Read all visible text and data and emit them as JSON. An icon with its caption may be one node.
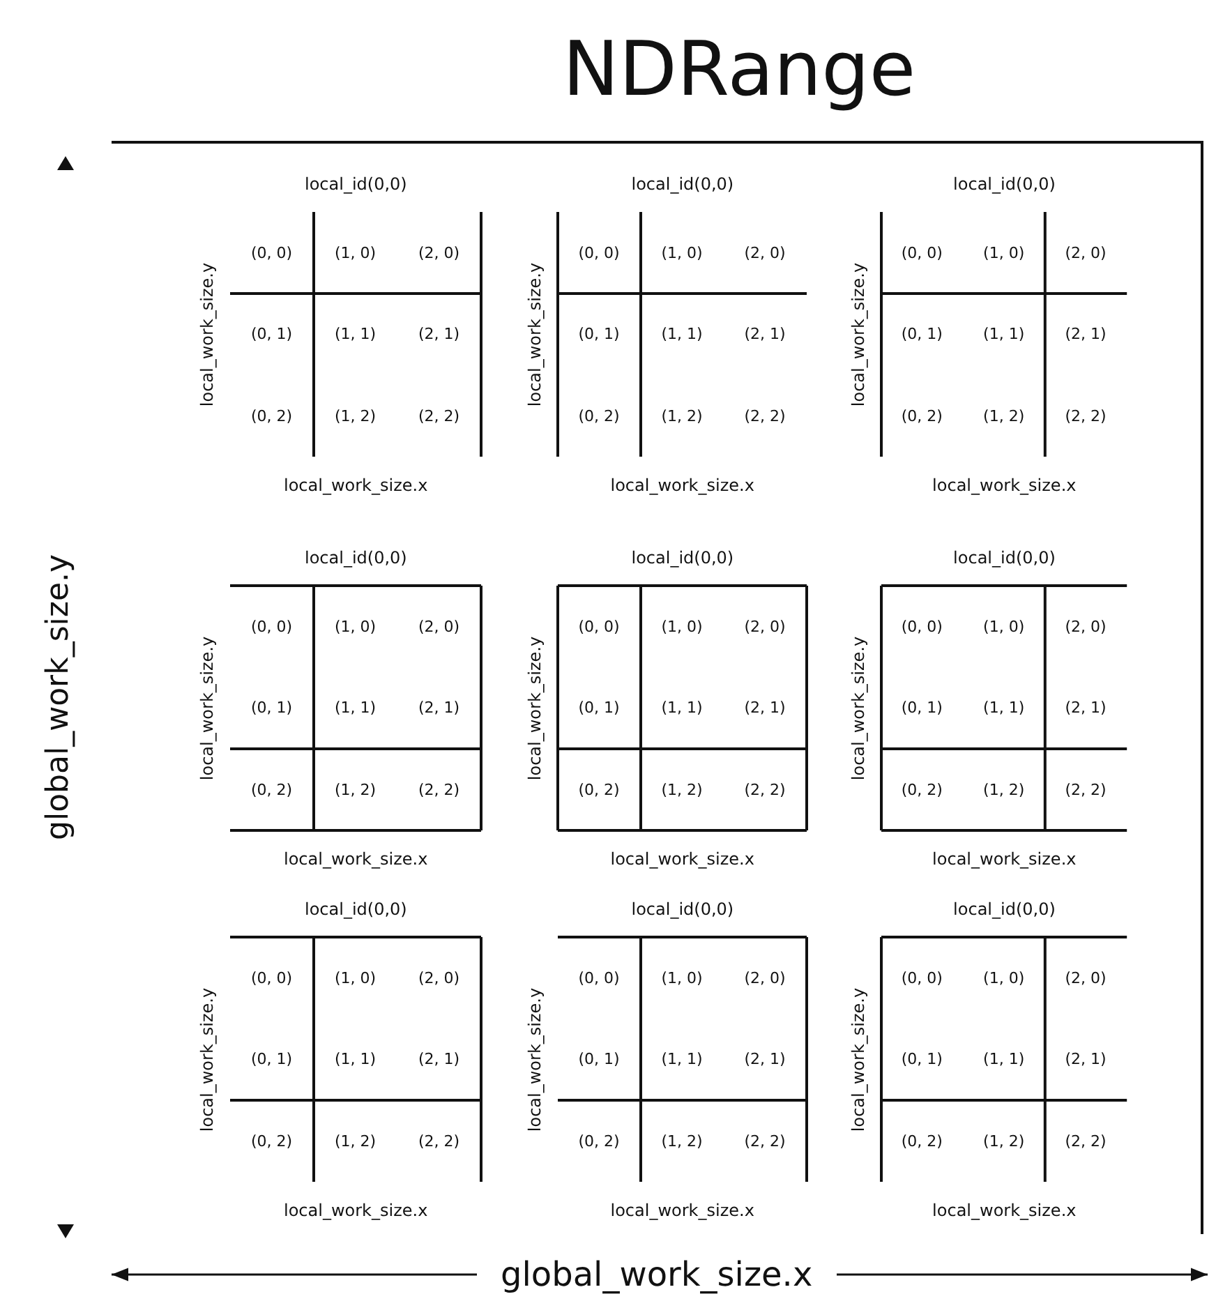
{
  "diagram": {
    "title": "NDRange",
    "labels": [
      "global_work_size.y",
      "local_id(0,0)",
      "local_work_size.y",
      "(0, 0)",
      "(1, 0)",
      "(2, 0)",
      "(0, 1)",
      "(1, 1)",
      "(2, 1)",
      "(0, 2)",
      "(1, 2)",
      "(2, 2)",
      "local_work_size.x",
      "local_id(0,0)",
      "local_work_size.y",
      "(0, 0)",
      "(1, 0)",
      "(2, 0)",
      "(0, 1)",
      "(1, 1)",
      "(2, 1)",
      "(0, 2)",
      "(1, 2)",
      "(2, 2)",
      "local_work_size.x",
      "local_id(0,0)",
      "local_work_size.y",
      "(0, 0)",
      "(1, 0)",
      "(2, 0)",
      "(0, 1)",
      "(1, 1)",
      "(2, 1)",
      "(0, 2)",
      "(1, 2)",
      "(2, 2)",
      "local_work_size.x",
      "local_id(0,0)",
      "local_work_size.y",
      "(0, 0)",
      "(1, 0)",
      "(2, 0)",
      "(0, 1)",
      "(1, 1)",
      "(2, 1)",
      "(0, 2)",
      "(1, 2)",
      "(2, 2)",
      "local_work_size.x",
      "local_id(0,0)",
      "local_work_size.y",
      "(0, 0)",
      "(1, 0)",
      "(2, 0)",
      "(0, 1)",
      "(1, 1)",
      "(2, 1)",
      "(0, 2)",
      "(1, 2)",
      "(2, 2)",
      "local_work_size.x",
      "local_id(0,0)",
      "local_work_size.y",
      "(0, 0)",
      "(1, 0)",
      "(2, 0)",
      "(0, 1)",
      "(1, 1)",
      "(2, 1)",
      "(0, 2)",
      "(1, 2)",
      "(2, 2)",
      "local_work_size.x",
      "local_id(0,0)",
      "local_work_size.y",
      "(0, 0)",
      "(1, 0)",
      "(2, 0)",
      "(0, 1)",
      "(1, 1)",
      "(2, 1)",
      "(0, 2)",
      "(1, 2)",
      "(2, 2)",
      "local_work_size.x",
      "local_id(0,0)",
      "local_work_size.y",
      "(0, 0)",
      "(1, 0)",
      "(2, 0)",
      "(0, 1)",
      "(1, 1)",
      "(2, 1)",
      "(0, 2)",
      "(1, 2)",
      "(2, 2)",
      "local_work_size.x",
      "local_id(0,0)",
      "local_work_size.y",
      "(0, 0)",
      "(1, 0)",
      "(2, 0)",
      "(0, 1)",
      "(1, 1)",
      "(2, 1)",
      "(0, 2)",
      "(1, 2)",
      "(2, 2)",
      "local_work_size.x",
      "global_work_size.x"
    ]
  }
}
